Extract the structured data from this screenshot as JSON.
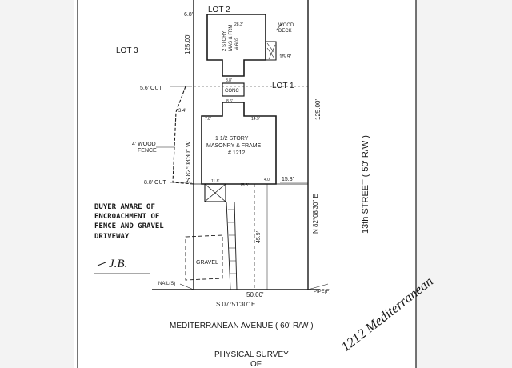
{
  "lots": {
    "lot2": "LOT 2",
    "lot3": "LOT 3",
    "lot1": "LOT 1"
  },
  "dims": {
    "d_6_8": "6.8'",
    "d_125_left": "125.00'",
    "d_125_right": "125.00'",
    "d_5_6_out": "5.6' OUT",
    "d_8_8_out": "8.8' OUT",
    "d_3_4": "3.4'",
    "d_15_9_deck": "15.9'",
    "d_15_3": "15.3'",
    "d_45_9": "45.9'",
    "d_50_00": "50.00'",
    "d_28_3": "28.3'",
    "d_8_8_top": "8.8'",
    "d_8_6": "8.6'",
    "d_7_8": "7.8'",
    "d_14_9": "14.9'",
    "d_11_8": "11.8'",
    "d_15_8": "15.8'",
    "d_4_0": "4.0'"
  },
  "bearings": {
    "left": "S 82°08'30\" W",
    "right": "N 82°08'30\" E",
    "bottom": "S 07°51'30\" E"
  },
  "labels": {
    "wood_deck_1": "WOOD",
    "wood_deck_2": "DECK",
    "two_story_1": "2 STORY",
    "two_story_2": "MAS & FRM",
    "two_story_3": "# 602",
    "conc": "CONC",
    "house_1": "1 1/2 STORY",
    "house_2": "MASONRY & FRAME",
    "house_3": "# 1212",
    "fence_1": "4' WOOD",
    "fence_2": "FENCE",
    "gravel": "GRAVEL",
    "nail": "NAIL(S)",
    "pipe": "PIPE(F)",
    "street": "13th STREET ( 50' R/W )",
    "avenue": "MEDITERRANEAN AVENUE ( 60' R/W )",
    "physical_1": "PHYSICAL SURVEY",
    "physical_2": "OF",
    "handwritten": "1212 Mediterranean"
  },
  "note": {
    "line1": "BUYER AWARE OF",
    "line2": "ENCROACHMENT OF",
    "line3": "FENCE AND GRAVEL",
    "line4": "DRIVEWAY",
    "initials": "J.B."
  }
}
